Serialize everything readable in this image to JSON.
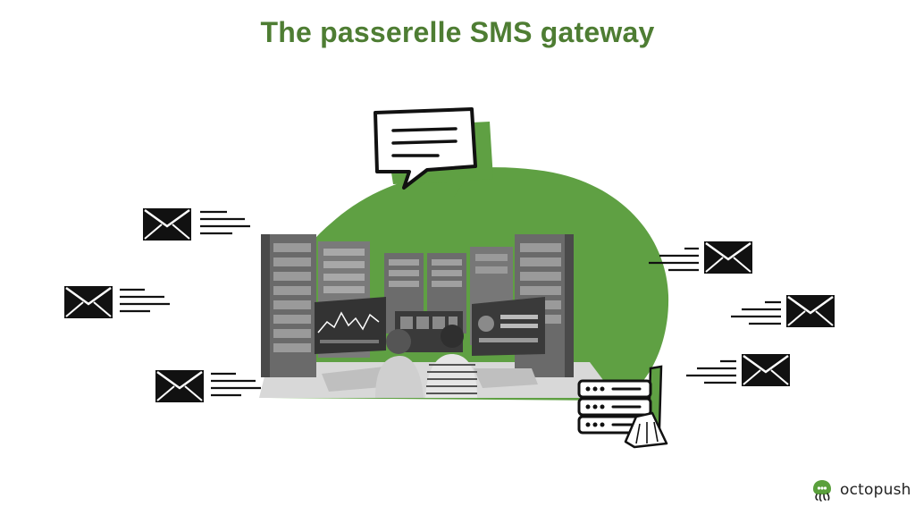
{
  "title": "The passerelle SMS gateway",
  "brand": {
    "name": "octopush",
    "icon": "octopus-icon",
    "color": "#5aa03c"
  },
  "colors": {
    "accent": "#5fa043",
    "title": "#4e7d33",
    "ink": "#111111"
  },
  "icons": {
    "incoming": [
      "envelope-icon",
      "envelope-icon",
      "envelope-icon"
    ],
    "outgoing": [
      "envelope-icon",
      "envelope-icon",
      "envelope-icon"
    ],
    "message": "chat-bubble-icon",
    "servers": "server-room-illustration",
    "maintenance": "server-broom-icon"
  }
}
